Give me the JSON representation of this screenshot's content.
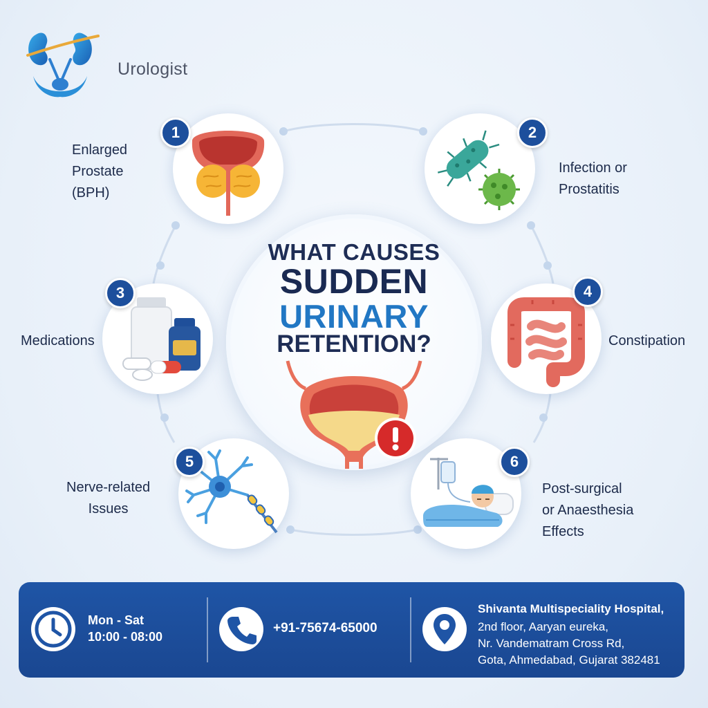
{
  "brand": {
    "name": "Urologist",
    "icon": "kidney-hands-logo"
  },
  "title": {
    "line1": "WHAT CAUSES",
    "line2": "SUDDEN",
    "line3": "URINARY",
    "line4": "RETENTION?"
  },
  "colors": {
    "navy": "#1d4f9c",
    "accent_blue": "#2177c4",
    "footer": "#1f55a6",
    "alert_red": "#d62a2a"
  },
  "causes": [
    {
      "number": "1",
      "label": "Enlarged\nProstate\n(BPH)",
      "icon": "prostate-icon"
    },
    {
      "number": "2",
      "label": "Infection or\nProstatitis",
      "icon": "bacteria-virus-icon"
    },
    {
      "number": "3",
      "label": "Medications",
      "icon": "medication-bottles-icon"
    },
    {
      "number": "4",
      "label": "Constipation",
      "icon": "intestine-icon"
    },
    {
      "number": "5",
      "label": "Nerve-related\nIssues",
      "icon": "neuron-icon"
    },
    {
      "number": "6",
      "label": "Post-surgical\nor Anaesthesia\nEffects",
      "icon": "hospital-patient-icon"
    }
  ],
  "footer": {
    "days": "Mon - Sat",
    "hours": "10:00 - 08:00",
    "phone": "+91-75674-65000",
    "hospital": "Shivanta Multispeciality Hospital,",
    "address1": "2nd floor, Aaryan eureka,",
    "address2": "Nr. Vandematram Cross Rd,",
    "address3": "Gota, Ahmedabad, Gujarat 382481"
  }
}
